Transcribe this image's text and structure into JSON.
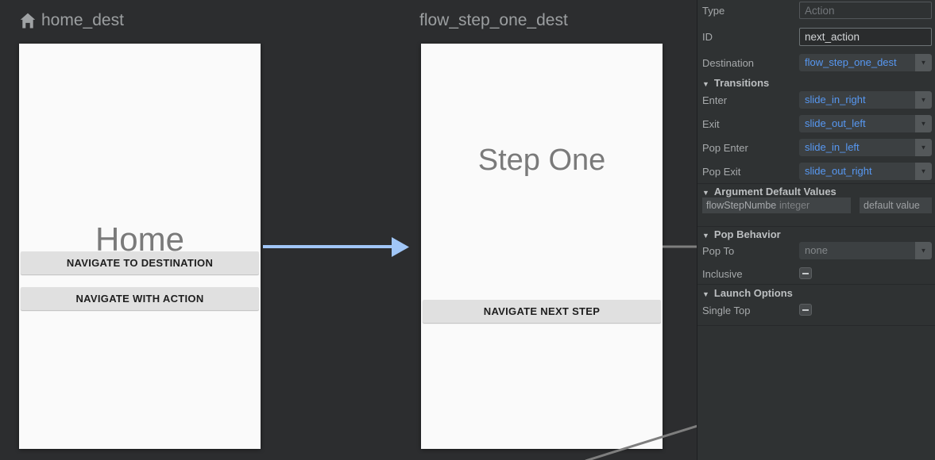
{
  "colors": {
    "action_arrow_blue": "#a1c6f7",
    "link_gray": "#7e7e7e",
    "value_blue_text": "#5798f2",
    "screen_bg": "#fafafa",
    "panel_bg": "#2f3233"
  },
  "canvas": {
    "destinations": [
      {
        "title": "home_dest",
        "screen_title": "Home",
        "buttons": [
          "NAVIGATE TO DESTINATION",
          "NAVIGATE WITH ACTION"
        ]
      },
      {
        "title": "flow_step_one_dest",
        "screen_title": "Step One",
        "buttons": [
          "NAVIGATE NEXT STEP"
        ]
      }
    ]
  },
  "panel": {
    "type": {
      "label": "Type",
      "placeholder": "Action"
    },
    "id": {
      "label": "ID",
      "value": "next_action"
    },
    "destination": {
      "label": "Destination",
      "value": "flow_step_one_dest"
    },
    "transitions": {
      "header": "Transitions",
      "rows": [
        {
          "label": "Enter",
          "value": "slide_in_right"
        },
        {
          "label": "Exit",
          "value": "slide_out_left"
        },
        {
          "label": "Pop Enter",
          "value": "slide_in_left"
        },
        {
          "label": "Pop Exit",
          "value": "slide_out_right"
        }
      ]
    },
    "argument_defaults": {
      "header": "Argument Default Values",
      "rows": [
        {
          "name": "flowStepNumbe",
          "type": "integer",
          "default_placeholder": "default value"
        }
      ]
    },
    "pop_behavior": {
      "header": "Pop Behavior",
      "pop_to_label": "Pop To",
      "pop_to_value": "none",
      "inclusive_label": "Inclusive"
    },
    "launch_options": {
      "header": "Launch Options",
      "single_top_label": "Single Top"
    }
  }
}
